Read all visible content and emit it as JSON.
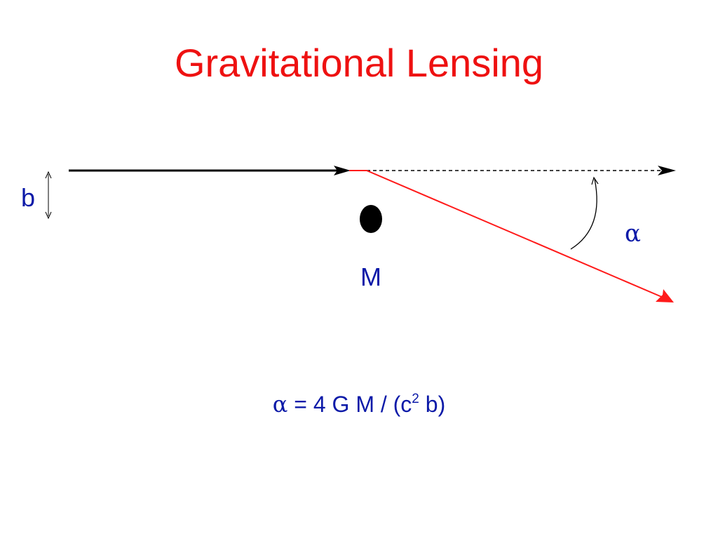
{
  "title": "Gravitational Lensing",
  "labels": {
    "impact_parameter": "b",
    "mass": "M",
    "deflection_angle": "α"
  },
  "formula": {
    "symbol": "α",
    "equals": " = 4 G M / (c",
    "exponent": "2",
    "tail": " b)"
  },
  "colors": {
    "title": "#ee1111",
    "labels": "#0c1aa8",
    "deflected_ray": "#ff1a1a",
    "incoming_ray": "#000000",
    "mass_body": "#000000"
  }
}
